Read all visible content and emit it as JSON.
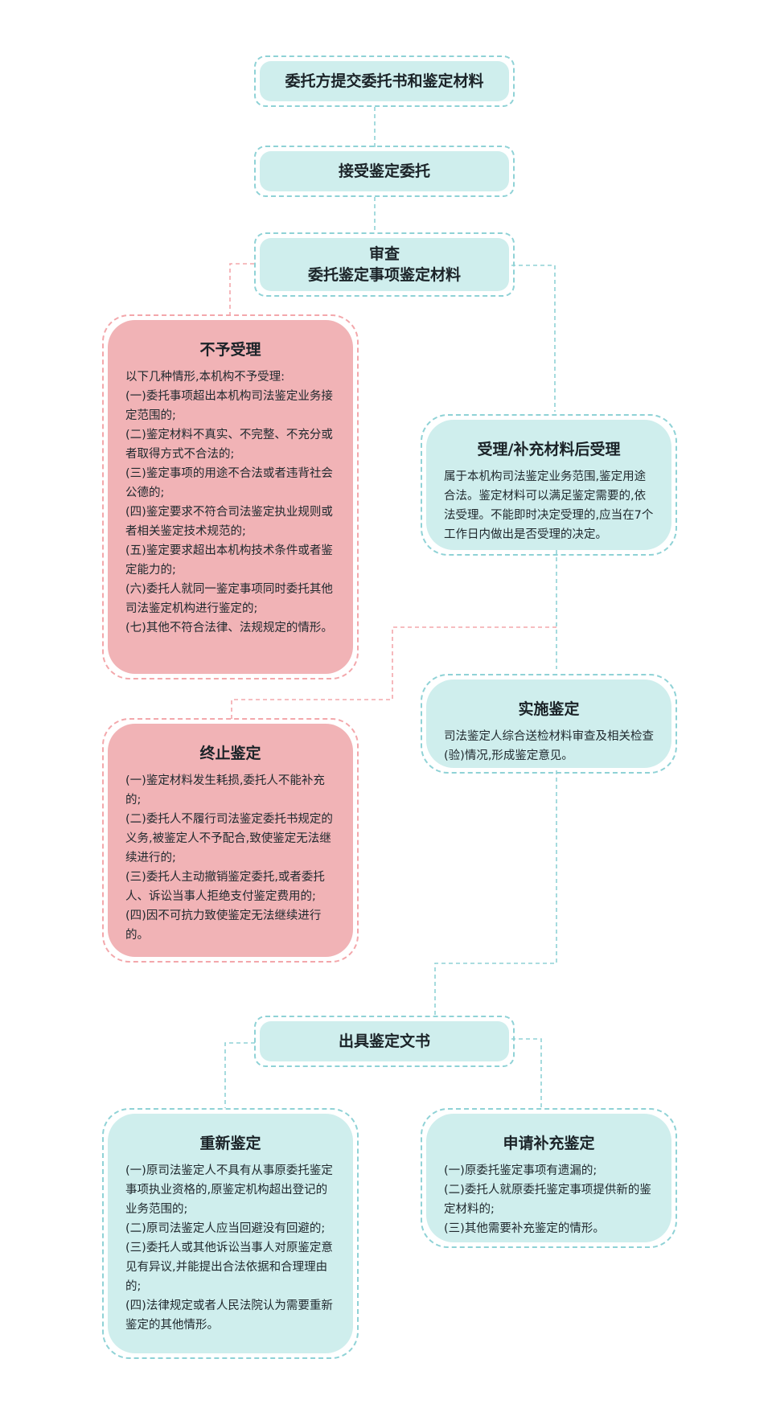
{
  "colors": {
    "teal_fill": "#cfeeed",
    "teal_dash": "#8fd2d6",
    "pink_fill": "#f1b3b6",
    "pink_dash": "#f3a7ab"
  },
  "steps": {
    "submit": "委托方提交委托书和鉴定材料",
    "accept": "接受鉴定委托",
    "review_line1": "审查",
    "review_line2": "委托鉴定事项鉴定材料",
    "issue": "出具鉴定文书"
  },
  "reject": {
    "title": "不予受理",
    "lines": [
      "以下几种情形,本机构不予受理:",
      "(一)委托事项超出本机构司法鉴定业务接定范围的;",
      "(二)鉴定材料不真实、不完整、不充分或者取得方式不合法的;",
      "(三)鉴定事项的用途不合法或者违背社会公德的;",
      "(四)鉴定要求不符合司法鉴定执业规则或者相关鉴定技术规范的;",
      "(五)鉴定要求超出本机构技术条件或者鉴定能力的;",
      "(六)委托人就同一鉴定事项同时委托其他司法鉴定机构进行鉴定的;",
      "(七)其他不符合法律、法规规定的情形。"
    ]
  },
  "accept_card": {
    "title": "受理/补充材料后受理",
    "text": "属于本机构司法鉴定业务范围,鉴定用途合法。鉴定材料可以满足鉴定需要的,依法受理。不能即时决定受理的,应当在7个工作日内做出是否受理的决定。"
  },
  "implement": {
    "title": "实施鉴定",
    "text": "司法鉴定人综合送检材料审查及相关检查(验)情况,形成鉴定意见。"
  },
  "terminate": {
    "title": "终止鉴定",
    "lines": [
      "(一)鉴定材料发生耗损,委托人不能补充的;",
      "(二)委托人不履行司法鉴定委托书规定的义务,被鉴定人不予配合,致使鉴定无法继续进行的;",
      "(三)委托人主动撤销鉴定委托,或者委托人、诉讼当事人拒绝支付鉴定费用的;",
      "(四)因不可抗力致使鉴定无法继续进行的。"
    ]
  },
  "reappraisal": {
    "title": "重新鉴定",
    "lines": [
      "(一)原司法鉴定人不具有从事原委托鉴定事项执业资格的,原鉴定机构超出登记的业务范围的;",
      "(二)原司法鉴定人应当回避没有回避的;",
      "(三)委托人或其他诉讼当事人对原鉴定意见有异议,并能提出合法依据和合理理由的;",
      "(四)法律规定或者人民法院认为需要重新鉴定的其他情形。"
    ]
  },
  "supplement": {
    "title": "申请补充鉴定",
    "lines": [
      "(一)原委托鉴定事项有遗漏的;",
      "(二)委托人就原委托鉴定事项提供新的鉴定材料的;",
      "(三)其他需要补充鉴定的情形。"
    ]
  }
}
